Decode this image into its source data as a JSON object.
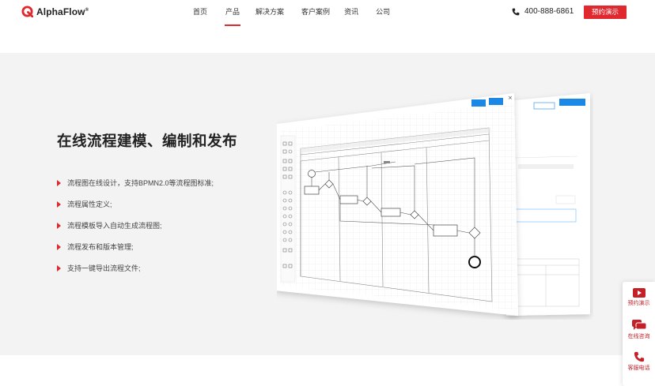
{
  "brand": {
    "name": "AlphaFlow",
    "reg": "®",
    "accent": "#e0282f"
  },
  "nav": {
    "items": [
      {
        "label": "首页"
      },
      {
        "label": "产品"
      },
      {
        "label": "解决方案"
      },
      {
        "label": "客户案例"
      },
      {
        "label": "资讯"
      },
      {
        "label": "公司"
      }
    ],
    "active": "产品"
  },
  "header": {
    "phone": "400-888-6861",
    "demo_label": "预约演示"
  },
  "hero": {
    "title": "在线流程建模、编制和发布",
    "features": [
      "流程图在线设计，支持BPMN2.0等流程图标准;",
      "流程属性定义;",
      "流程模板导入自动生成流程图;",
      "流程发布和版本管理;",
      "支持一键导出流程文件;"
    ]
  },
  "side": {
    "items": [
      {
        "label": "预约演示",
        "icon": "video-play-icon"
      },
      {
        "label": "在线咨询",
        "icon": "chat-icon"
      },
      {
        "label": "客服电话",
        "icon": "phone-icon"
      }
    ]
  }
}
